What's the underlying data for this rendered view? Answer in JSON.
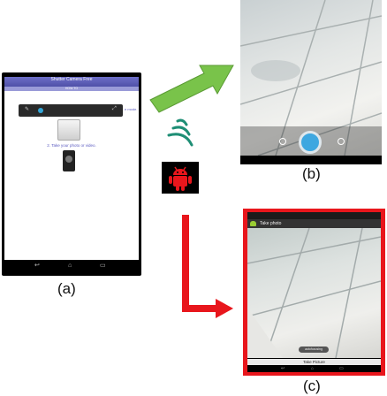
{
  "labels": {
    "a": "(a)",
    "b": "(b)",
    "c": "(c)"
  },
  "tablet": {
    "app_title": "Shutter Camera Free",
    "how_to": "HOW TO",
    "mode_text": "e mode.",
    "step2": "2. Take your photo or video."
  },
  "phone_c": {
    "action_title": "Take photo",
    "pill_text": "autofocusing",
    "take_picture": "Take Picture"
  },
  "colors": {
    "green_arrow": "#79c34a",
    "red_arrow": "#e8161c",
    "android_red": "#e8161c",
    "shutter_blue": "#3ea7e0",
    "app_purple": "#5e5fbe"
  },
  "icons": [
    "wifi-signal-icon",
    "android-icon",
    "shutter-button-icon"
  ]
}
